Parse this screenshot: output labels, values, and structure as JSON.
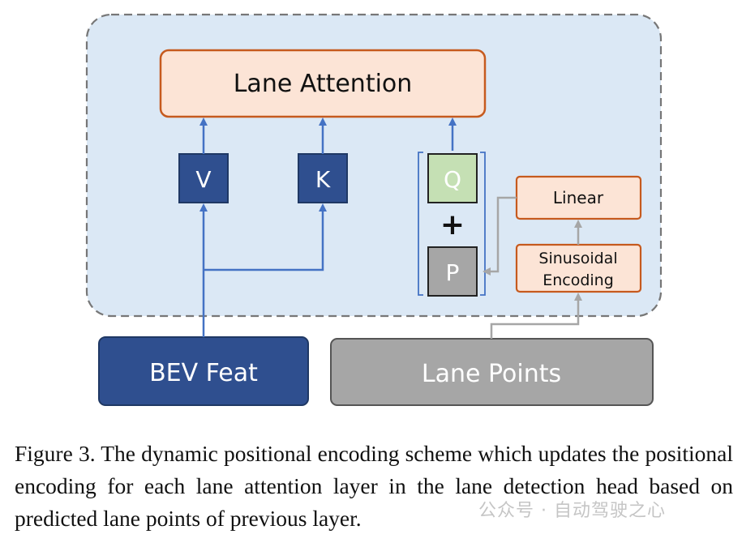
{
  "diagram": {
    "lane_attention_label": "Lane Attention",
    "v_label": "V",
    "k_label": "K",
    "q_label": "Q",
    "plus_label": "+",
    "p_label": "P",
    "linear_label": "Linear",
    "sinusoidal_line1": "Sinusoidal",
    "sinusoidal_line2": "Encoding",
    "bev_feat_label": "BEV Feat",
    "lane_points_label": "Lane Points"
  },
  "caption": "Figure 3. The dynamic positional encoding scheme which updates the positional encoding for each lane attention layer in the lane detection head based on predicted lane points of previous layer.",
  "watermark": "公众号 · 自动驾驶之心",
  "colors": {
    "container_fill": "#dbe8f5",
    "container_border": "#777777",
    "attention_fill": "#fce4d6",
    "attention_border": "#c65a1e",
    "dark_blue": "#2f4f8f",
    "q_fill": "#c5e0b4",
    "p_fill": "#a6a6a6",
    "lane_points_fill": "#a6a6a6",
    "arrow_blue": "#4472c4",
    "arrow_gray": "#a6a6a6"
  }
}
